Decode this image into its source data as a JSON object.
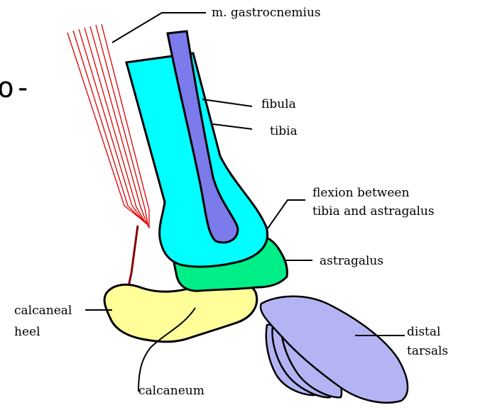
{
  "cut_text": "o-",
  "labels": {
    "gastrocnemius": "m. gastrocnemius",
    "fibula": "fibula",
    "tibia": "tibia",
    "flexion_line1": "flexion between",
    "flexion_line2": "tibia and astragalus",
    "astragalus": "astragalus",
    "calcaneal_line1": "calcaneal",
    "calcaneal_line2": "heel",
    "distal_line1": "distal",
    "distal_line2": "tarsals",
    "calcaneum": "calcaneum"
  },
  "colors": {
    "tibia": "#00ffff",
    "fibula": "#7b7bec",
    "astragalus": "#00ee88",
    "calcaneum": "#ffff99",
    "tarsals": "#b4b4f4",
    "muscle": "#dd0000",
    "tendon": "#880000",
    "outline": "#000000"
  }
}
